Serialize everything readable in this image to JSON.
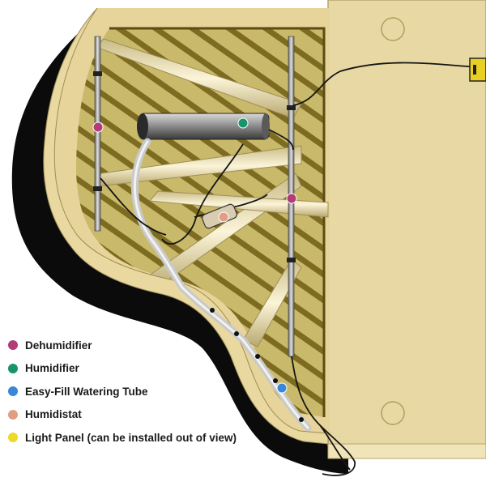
{
  "legend": {
    "items": [
      {
        "label": "Dehumidifier",
        "color": "#b23b78"
      },
      {
        "label": "Humidifier",
        "color": "#16946a"
      },
      {
        "label": "Easy-Fill Watering Tube",
        "color": "#3a86d8"
      },
      {
        "label": "Humidistat",
        "color": "#e29d85"
      },
      {
        "label": "Light Panel (can be installed out of view)",
        "color": "#ecd92a"
      }
    ]
  },
  "colors": {
    "piano_rim": "#0b0b0b",
    "soundboard": "#e6d49a",
    "string_brace": "#f3e9c3",
    "wood_stripe": "#7c6b20",
    "cable": "#151515",
    "background": "#ffffff"
  }
}
